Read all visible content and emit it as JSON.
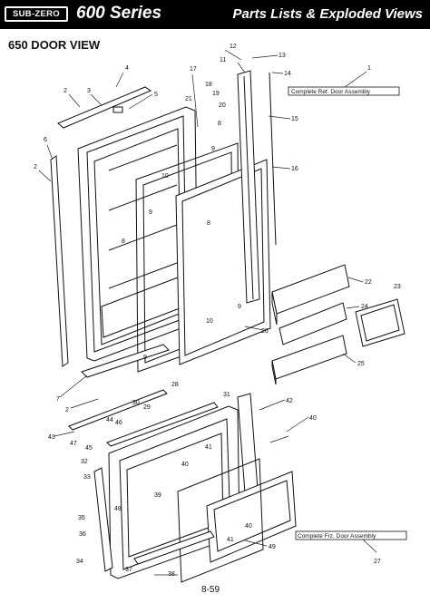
{
  "header": {
    "brand": "SUB-ZERO",
    "series": "600 Series",
    "title": "Parts Lists & Exploded Views"
  },
  "view_title": "650 DOOR VIEW",
  "page_number": "8-59",
  "callouts": {
    "ref_assembly": "Complete Ref. Door Assembly",
    "frz_assembly": "Complete Frz. Door Assembly"
  },
  "part_numbers": [
    "1",
    "2",
    "2",
    "2",
    "3",
    "4",
    "5",
    "6",
    "7",
    "8",
    "8",
    "8",
    "9",
    "9",
    "9",
    "9",
    "10",
    "10",
    "11",
    "12",
    "13",
    "14",
    "15",
    "16",
    "17",
    "18",
    "19",
    "20",
    "21",
    "22",
    "23",
    "24",
    "25",
    "26",
    "27",
    "28",
    "29",
    "30",
    "31",
    "32",
    "33",
    "34",
    "35",
    "36",
    "37",
    "38",
    "39",
    "40",
    "40",
    "40",
    "41",
    "41",
    "42",
    "43",
    "44",
    "45",
    "46",
    "47",
    "48",
    "49"
  ]
}
